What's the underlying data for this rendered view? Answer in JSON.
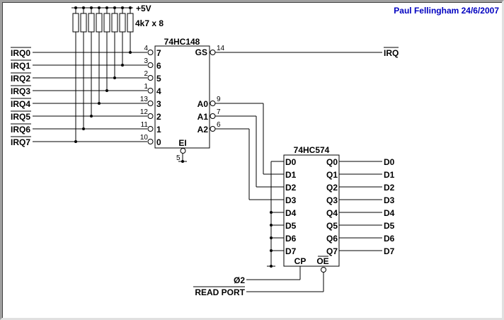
{
  "credit": "Paul Fellingham 24/6/2007",
  "power": {
    "label": "+5V",
    "resistors": "4k7 x 8"
  },
  "irq_inputs": [
    "IRQ0",
    "IRQ1",
    "IRQ2",
    "IRQ3",
    "IRQ4",
    "IRQ5",
    "IRQ6",
    "IRQ7"
  ],
  "u148": {
    "name": "74HC148",
    "inputs": [
      {
        "label": "7",
        "pin": "4"
      },
      {
        "label": "6",
        "pin": "3"
      },
      {
        "label": "5",
        "pin": "2"
      },
      {
        "label": "4",
        "pin": "1"
      },
      {
        "label": "3",
        "pin": "13"
      },
      {
        "label": "2",
        "pin": "12"
      },
      {
        "label": "1",
        "pin": "11"
      },
      {
        "label": "0",
        "pin": "10"
      }
    ],
    "gs": {
      "label": "GS",
      "pin": "14"
    },
    "outputs": [
      {
        "label": "A0",
        "pin": "9"
      },
      {
        "label": "A1",
        "pin": "7"
      },
      {
        "label": "A2",
        "pin": "6"
      }
    ],
    "ei": {
      "label": "EI",
      "pin": "5"
    }
  },
  "irq_output": "IRQ",
  "u574": {
    "name": "74HC574",
    "d_labels": [
      "D0",
      "D1",
      "D2",
      "D3",
      "D4",
      "D5",
      "D6",
      "D7"
    ],
    "q_labels": [
      "Q0",
      "Q1",
      "Q2",
      "Q3",
      "Q4",
      "Q5",
      "Q6",
      "Q7"
    ],
    "cp": "CP",
    "oe": "OE"
  },
  "data_bus": [
    "D0",
    "D1",
    "D2",
    "D3",
    "D4",
    "D5",
    "D6",
    "D7"
  ],
  "clock_input": "Ø2",
  "read_port": "READ PORT"
}
